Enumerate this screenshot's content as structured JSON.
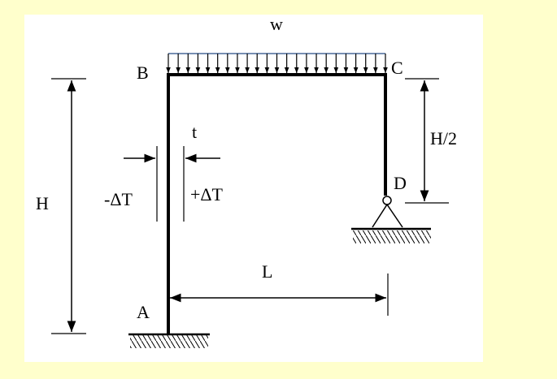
{
  "labels": {
    "load": "w",
    "joint_a": "A",
    "joint_b": "B",
    "joint_c": "C",
    "joint_d": "D",
    "height": "H",
    "half_height": "H/2",
    "span": "L",
    "thickness": "t",
    "temp_inside": "-ΔT",
    "temp_outside": "+ΔT"
  },
  "colors": {
    "background": "#ffffcc",
    "panel": "#ffffff",
    "load_top_line": "#4a6a9a",
    "stroke": "#000000"
  }
}
